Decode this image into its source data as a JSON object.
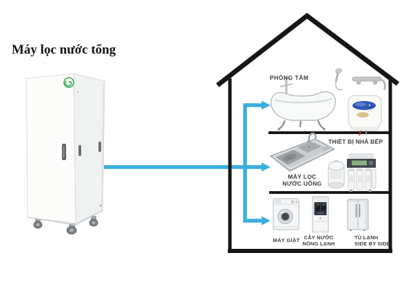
{
  "title": "Máy lọc nước tổng",
  "colors": {
    "pipe_blue": "#3aaede",
    "house_outline": "#161616",
    "label_text": "#3d3d3d",
    "background": "#ffffff",
    "heater_display_blue": "#2f55b5",
    "logo_green": "#35a94e"
  },
  "source_unit": {
    "name": "whole-house-water-filter-cabinet",
    "label": "Máy lọc nước tổng"
  },
  "house": {
    "sections": [
      {
        "name": "bathroom",
        "label": "PHÒNG TẮM",
        "appliances": [
          "bathtub",
          "shower-faucet",
          "water-heater"
        ]
      },
      {
        "name": "kitchen",
        "label": "THIẾT BỊ NHÀ BẾP",
        "appliances": [
          "kitchen-sink",
          "ro-drinking-water-filter",
          "pressure-tank"
        ],
        "filter_label": {
          "line1": "MÁY LỌC",
          "line2": "NƯỚC UỐNG"
        }
      },
      {
        "name": "laundry-utility",
        "appliances": [
          {
            "name": "washing-machine",
            "label": "MÁY GIẶT"
          },
          {
            "name": "water-dispenser",
            "label": {
              "line1": "CÂY NƯỚC",
              "line2": "NÓNG LẠNH"
            }
          },
          {
            "name": "side-by-side-fridge",
            "label": {
              "line1": "TỦ LẠNH",
              "line2": "SIDE BY SIDE"
            }
          }
        ]
      }
    ]
  }
}
